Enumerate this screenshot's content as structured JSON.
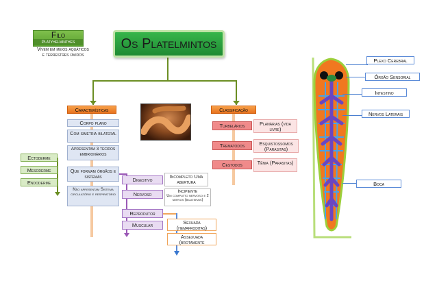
{
  "title": "Os Platelmintos",
  "filo": {
    "label": "Filo",
    "name": "Platyhelminthes",
    "desc": "Vivem em meios aquáticos e terrestres úmidos"
  },
  "left": {
    "header": "Características",
    "items": [
      "Corpo plano",
      "Com simetria bilateral",
      "Apresentam 3 tecidos embrionários",
      "Que formam órgãos e sistemas",
      "Não apresentam Sistema circulatório e respiratório"
    ],
    "layers": [
      "Ectoderme",
      "Mesoderme",
      "Endoderme"
    ],
    "systems": [
      "Digestivo",
      "Nervoso",
      "Reprodutor",
      "Muscular"
    ],
    "digestivo_desc": "Incompleto Uma abertura",
    "nervoso_desc": [
      "Incipiente",
      "Um completo nervoso e 2 nervos (bilaterais)"
    ],
    "reprodutor_desc": [
      "Sexuada (hemafroditas)",
      "Assexuada (brotamente"
    ]
  },
  "right": {
    "header": "Classificação",
    "rows": [
      {
        "group": "Turbelários",
        "example": "Planárias (vida livre)"
      },
      {
        "group": "Trematodos",
        "example": "Esquistossomos (Parasitas)"
      },
      {
        "group": "Cestodos",
        "example": "Tênia (Parasitas)"
      }
    ]
  },
  "anatomy": {
    "labels": [
      "Plexo Cerebral",
      "Órgão Sensorial",
      "Intestino",
      "Nervos Laterais",
      "Boca"
    ],
    "colors": {
      "body": "#f07820",
      "outline": "#9ccf3a",
      "intestine": "#6b46c1",
      "nerve": "#4aa2e8"
    }
  }
}
